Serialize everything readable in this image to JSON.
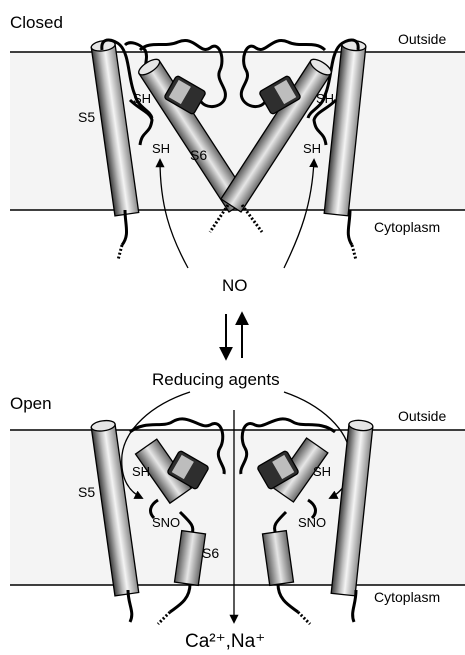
{
  "top_panel": {
    "state": "Closed",
    "outside": "Outside",
    "cytoplasm": "Cytoplasm",
    "helix_s5": "S5",
    "helix_s6": "S6",
    "thiol_left_upper": "SH",
    "thiol_left_lower": "SH",
    "thiol_right_upper": "SH",
    "thiol_right_lower": "SH"
  },
  "middle": {
    "nitric_oxide": "NO",
    "reducing_agents": "Reducing agents"
  },
  "bottom_panel": {
    "state": "Open",
    "outside": "Outside",
    "cytoplasm": "Cytoplasm",
    "helix_s5": "S5",
    "helix_s6": "S6",
    "thiol_left": "SH",
    "thiol_right": "SH",
    "nitrosyl_left": "SNO",
    "nitrosyl_right": "SNO",
    "ion_flux": "Ca²⁺,Na⁺"
  },
  "colors": {
    "membrane": "#f4f4f4",
    "helix_dark": "#3a3a3a",
    "helix_light": "#f2f2f2",
    "line": "#000000"
  }
}
